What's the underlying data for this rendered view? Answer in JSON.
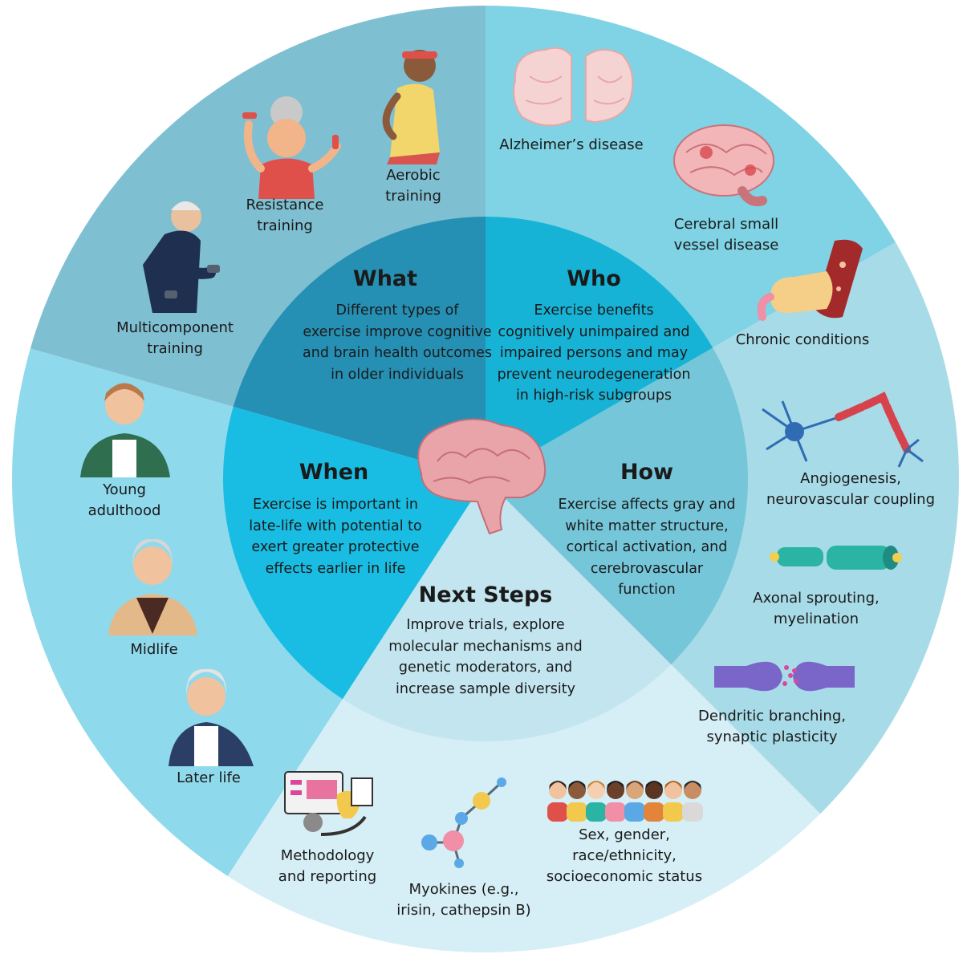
{
  "colors": {
    "what_outer": "#7fbfd2",
    "what_inner": "#2690b4",
    "who_outer": "#7fd3e4",
    "who_inner": "#17b3d6",
    "how_outer": "#a8dbe8",
    "how_inner": "#76c6da",
    "next_outer": "#d6eef5",
    "next_inner": "#c3e5f0",
    "when_outer": "#8fd9ec",
    "when_inner": "#19bde3"
  },
  "sections": {
    "what": {
      "title": "What",
      "desc": [
        "Different types of",
        "exercise improve cognitive",
        "and brain health outcomes",
        "in older individuals"
      ],
      "items": [
        {
          "icon": "aerobic-training-icon",
          "label": [
            "Aerobic",
            "training"
          ]
        },
        {
          "icon": "resistance-training-icon",
          "label": [
            "Resistance",
            "training"
          ]
        },
        {
          "icon": "multicomponent-training-icon",
          "label": [
            "Multicomponent",
            "training"
          ]
        }
      ]
    },
    "who": {
      "title": "Who",
      "desc": [
        "Exercise benefits",
        "cognitively unimpaired and",
        "impaired persons and may",
        "prevent neurodegeneration",
        "in high-risk subgroups"
      ],
      "items": [
        {
          "icon": "alzheimers-brain-icon",
          "label": [
            "Alzheimer’s disease"
          ]
        },
        {
          "icon": "small-vessel-brain-icon",
          "label": [
            "Cerebral small",
            "vessel disease"
          ]
        },
        {
          "icon": "chronic-conditions-icon",
          "label": [
            "Chronic conditions"
          ]
        }
      ]
    },
    "how": {
      "title": "How",
      "desc": [
        "Exercise affects gray and",
        "white matter structure,",
        "cortical activation, and",
        "cerebrovascular",
        "function"
      ],
      "items": [
        {
          "icon": "neuron-icon",
          "label": [
            "Angiogenesis,",
            "neurovascular coupling"
          ]
        },
        {
          "icon": "axon-icon",
          "label": [
            "Axonal sprouting,",
            "myelination"
          ]
        },
        {
          "icon": "synapse-icon",
          "label": [
            "Dendritic branching,",
            "synaptic plasticity"
          ]
        }
      ]
    },
    "next": {
      "title": "Next Steps",
      "desc": [
        "Improve trials, explore",
        "molecular mechanisms and",
        "genetic moderators, and",
        "increase sample diversity"
      ],
      "items": [
        {
          "icon": "methodology-icon",
          "label": [
            "Methodology",
            "and reporting"
          ]
        },
        {
          "icon": "molecule-icon",
          "label": [
            "Myokines (e.g.,",
            "irisin, cathepsin B)"
          ]
        },
        {
          "icon": "diverse-people-icon",
          "label": [
            "Sex, gender,",
            "race/ethnicity,",
            "socioeconomic status"
          ]
        }
      ]
    },
    "when": {
      "title": "When",
      "desc": [
        "Exercise is important in",
        "late-life with potential to",
        "exert greater protective",
        "effects earlier in life"
      ],
      "items": [
        {
          "icon": "young-adult-icon",
          "label": [
            "Young",
            "adulthood"
          ]
        },
        {
          "icon": "midlife-adult-icon",
          "label": [
            "Midlife"
          ]
        },
        {
          "icon": "older-adult-icon",
          "label": [
            "Later life"
          ]
        }
      ]
    }
  }
}
